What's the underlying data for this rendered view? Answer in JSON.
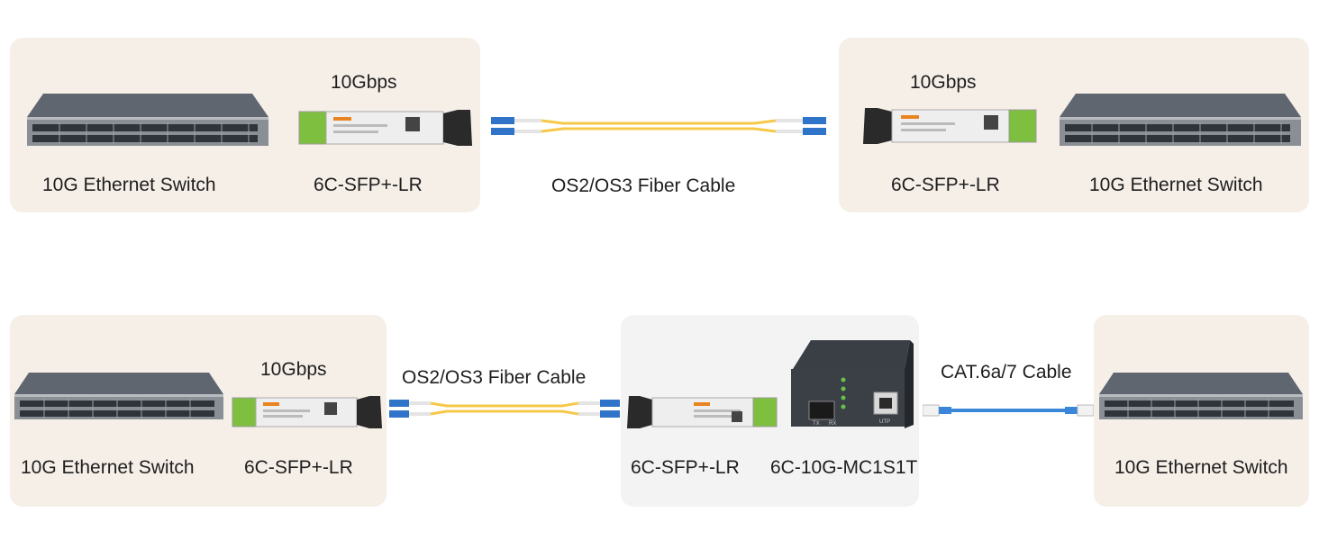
{
  "labels": {
    "switch": "10G Ethernet Switch",
    "module": "6C-SFP+-LR",
    "speed": "10Gbps",
    "fiber_cable": "OS2/OS3 Fiber Cable",
    "copper_cable": "CAT.6a/7 Cable",
    "media_converter": "6C-10G-MC1S1T"
  },
  "converter_ports": {
    "tx": "TX",
    "rx": "RX",
    "utp": "UTP"
  },
  "colors": {
    "panel_beige": "#f6efe8",
    "panel_grey": "#f3f3f3",
    "fiber_yellow": "#f6c84a",
    "lc_blue": "#2f74c8",
    "copper_blue": "#3a86d8",
    "brand_orange": "#e8831f"
  }
}
